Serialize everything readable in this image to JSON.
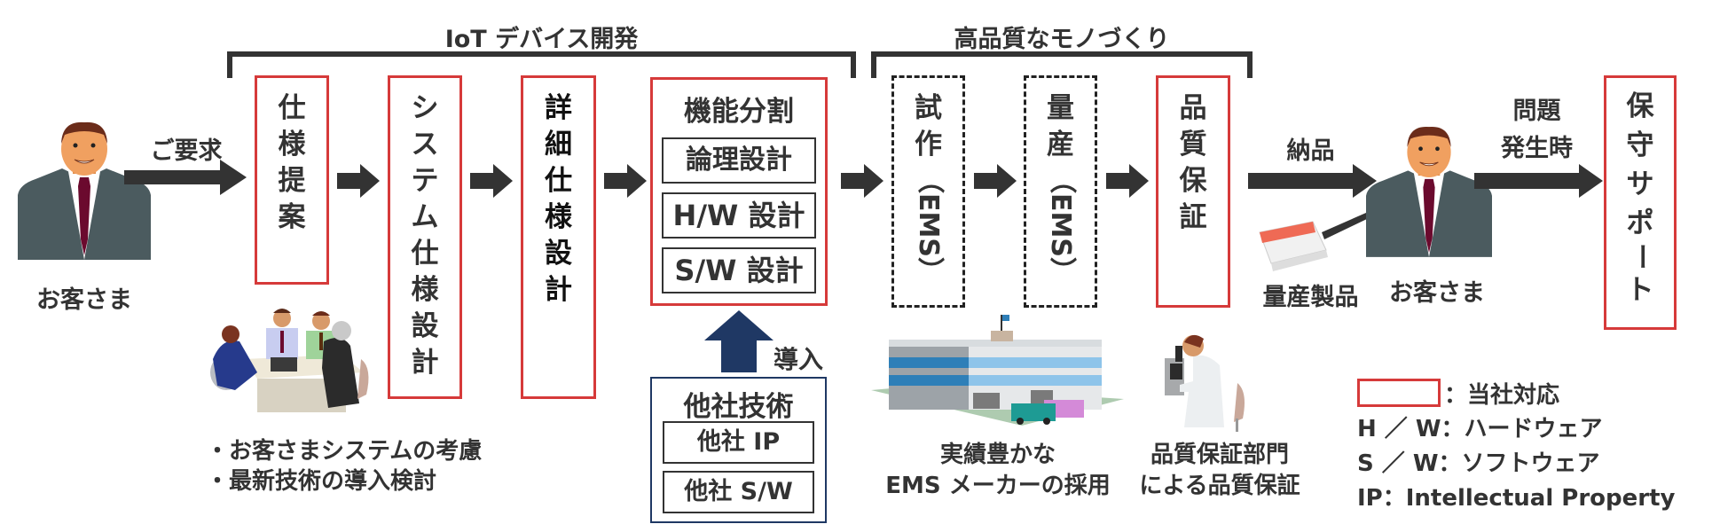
{
  "groups": {
    "iot": "IoT デバイス開発",
    "quality": "高品質なモノづくり"
  },
  "customer": {
    "label": "お客さま",
    "request_arrow": "ご要求"
  },
  "steps": {
    "spec_proposal": [
      "仕",
      "様",
      "提",
      "案"
    ],
    "system_spec": [
      "シ",
      "ス",
      "テ",
      "ム",
      "仕",
      "様",
      "設",
      "計"
    ],
    "detailed_spec": [
      "詳",
      "細",
      "仕",
      "様",
      "設",
      "計"
    ],
    "function_split": {
      "title": "機能分割",
      "items": [
        "論理設計",
        "H/W 設計",
        "S/W 設計"
      ]
    },
    "prototype": {
      "chars": [
        "試",
        "作"
      ],
      "paren": "（EMS）"
    },
    "mass_production": {
      "chars": [
        "量",
        "産"
      ],
      "paren": "（EMS）"
    },
    "quality_assurance": [
      "品",
      "質",
      "保",
      "証"
    ],
    "maintenance": [
      "保",
      "守",
      "サ",
      "ポ",
      "ー",
      "ト"
    ]
  },
  "third_party": {
    "arrow_label": "導入",
    "title": "他社技術",
    "items": [
      "他社 IP",
      "他社 S/W"
    ]
  },
  "notes": {
    "meeting": [
      "・お客さまシステムの考慮",
      "・最新技術の導入検討"
    ],
    "factory": [
      "実績豊かな",
      "EMS メーカーの採用"
    ],
    "qa_dept": [
      "品質保証部門",
      "による品質保証"
    ]
  },
  "delivery": {
    "arrow_label": "納品",
    "product_label": "量産製品"
  },
  "customer2": {
    "label": "お客さま",
    "arrow_label": [
      "問題",
      "発生時"
    ]
  },
  "legend": {
    "own": "：当社対応",
    "hw": "H ／ W：ハードウェア",
    "sw": "S ／ W：ソフトウェア",
    "ip": "IP：Intellectual Property"
  },
  "colors": {
    "own_box": "#d63a3a",
    "arrow": "#333333",
    "import_arrow": "#1f3864"
  }
}
